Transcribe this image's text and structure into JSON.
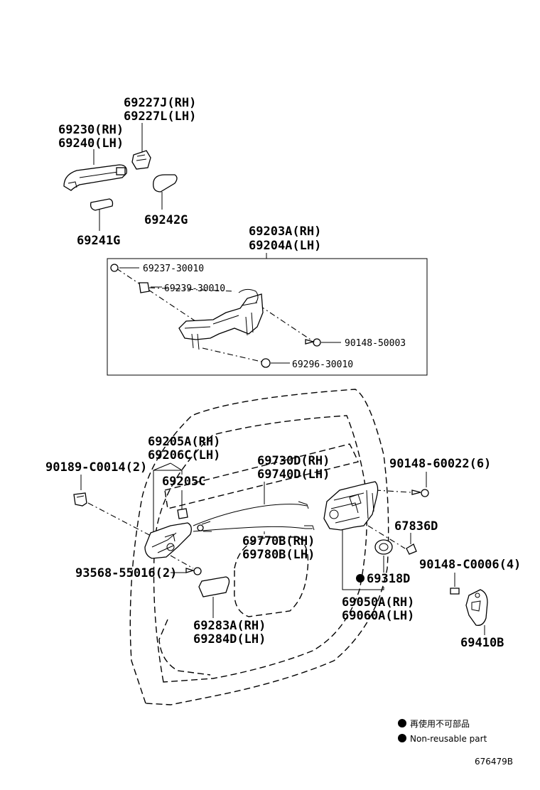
{
  "diagram": {
    "labels": {
      "p69227_rh": "69227J(RH)",
      "p69227_lh": "69227L(LH)",
      "p69230_rh": "69230(RH)",
      "p69240_lh": "69240(LH)",
      "p69242": "69242G",
      "p69241": "69241G",
      "p69203_rh": "69203A(RH)",
      "p69204_lh": "69204A(LH)",
      "p69237": "69237-30010",
      "p69239": "69239-30010",
      "p90148_5": "90148-50003",
      "p69296": "69296-30010",
      "p69205_rh": "69205A(RH)",
      "p69206_lh": "69206C(LH)",
      "p69205c": "69205C",
      "p90189": "90189-C0014(2)",
      "p69730_rh": "69730D(RH)",
      "p69740_lh": "69740D(LH)",
      "p90148_6": "90148-60022(6)",
      "p67836": "67836D",
      "p69770_rh": "69770B(RH)",
      "p69780_lh": "69780B(LH)",
      "p93568": "93568-55016(2)",
      "p69318": "69318D",
      "p90148_c": "90148-C0006(4)",
      "p69050_rh": "69050A(RH)",
      "p69060_lh": "69060A(LH)",
      "p69410": "69410B",
      "p69283_rh": "69283A(RH)",
      "p69284_lh": "69284D(LH)"
    },
    "legend": {
      "jp": "再使用不可部品",
      "en": "Non-reusable part"
    },
    "catalog_code": "676479B"
  }
}
